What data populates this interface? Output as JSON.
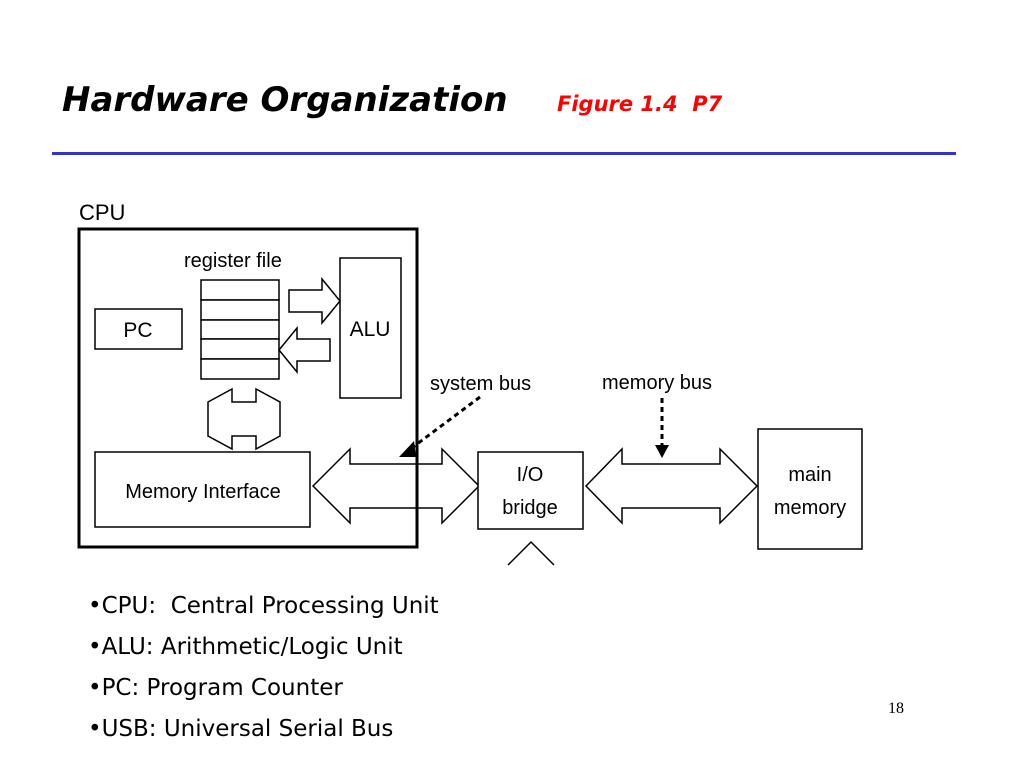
{
  "slide": {
    "title": "Hardware Organization",
    "figure_reference": "Figure 1.4  P7",
    "page_number": "18",
    "colors": {
      "title_rule": "#3333cc",
      "figure_reference": "#ff0000"
    }
  },
  "diagram": {
    "cpu_label": "CPU",
    "register_file_label": "register file",
    "pc_label": "PC",
    "alu_label": "ALU",
    "memory_interface_label": "Memory Interface",
    "system_bus_label": "system bus",
    "memory_bus_label": "memory bus",
    "io_bridge_label_line1": "I/O",
    "io_bridge_label_line2": "bridge",
    "main_memory_label_line1": "main",
    "main_memory_label_line2": "memory"
  },
  "bullets": [
    {
      "text": "•CPU:  Central Processing Unit"
    },
    {
      "text": "•ALU: Arithmetic/Logic Unit"
    },
    {
      "text": "•PC: Program Counter"
    },
    {
      "text": "•USB: Universal Serial Bus"
    }
  ]
}
